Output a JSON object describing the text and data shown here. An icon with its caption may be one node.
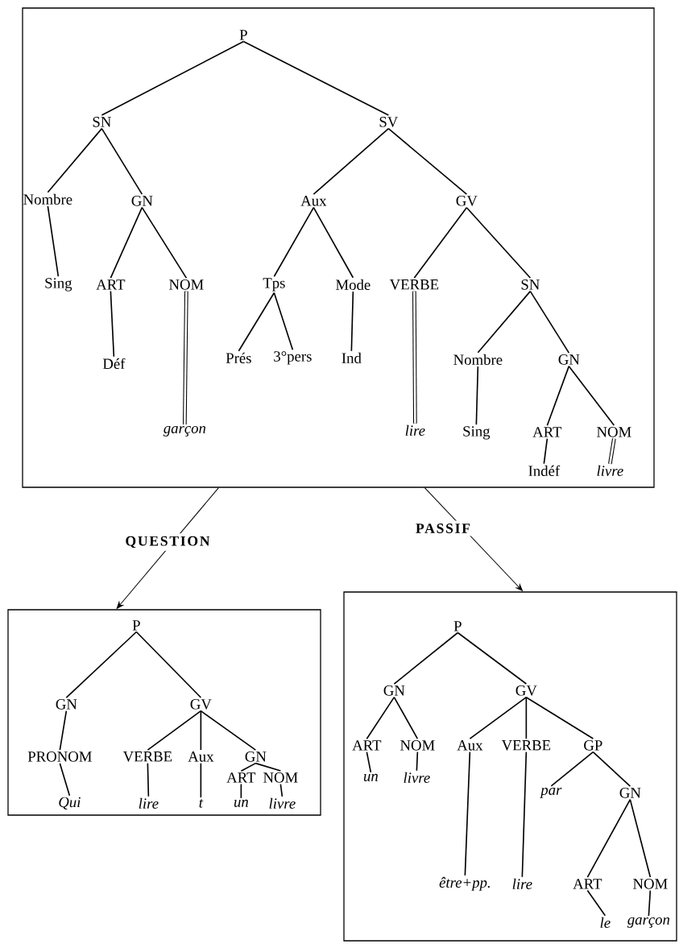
{
  "diagram": {
    "nodes": [
      {
        "text": [],
        "shape": "box"
      },
      {
        "text": [
          "P"
        ],
        "in": 0
      },
      {
        "text": [
          "SN"
        ],
        "in": 0
      },
      {
        "text": [
          "SV"
        ],
        "in": 0
      },
      {
        "text": [
          "Nombre"
        ],
        "in": 0
      },
      {
        "text": [
          "GN"
        ],
        "in": 0
      },
      {
        "text": [
          "Aux"
        ],
        "in": 0
      },
      {
        "text": [
          "GV"
        ],
        "in": 0
      },
      {
        "text": [
          "Sing"
        ],
        "in": 0
      },
      {
        "text": [
          "ART"
        ],
        "in": 0
      },
      {
        "text": [
          "NOM"
        ],
        "in": 0
      },
      {
        "text": [
          "Tps"
        ],
        "in": 0
      },
      {
        "text": [
          "Mode"
        ],
        "in": 0
      },
      {
        "text": [
          "VERBE"
        ],
        "in": 0
      },
      {
        "text": [
          "SN"
        ],
        "in": 0
      },
      {
        "text": [
          "Déf"
        ],
        "in": 0
      },
      {
        "text": [
          "Prés"
        ],
        "in": 0
      },
      {
        "text": [
          "3°pers"
        ],
        "in": 0
      },
      {
        "text": [
          "Ind"
        ],
        "in": 0
      },
      {
        "text": [
          "Nombre"
        ],
        "in": 0
      },
      {
        "text": [
          "GN"
        ],
        "in": 0
      },
      {
        "text": [
          "garçon"
        ],
        "in": 0
      },
      {
        "text": [
          "lire"
        ],
        "in": 0
      },
      {
        "text": [
          "Sing"
        ],
        "in": 0
      },
      {
        "text": [
          "ART"
        ],
        "in": 0
      },
      {
        "text": [
          "NOM"
        ],
        "in": 0
      },
      {
        "text": [
          "Indéf"
        ],
        "in": 0
      },
      {
        "text": [
          "livre"
        ],
        "in": 0
      },
      {
        "text": [],
        "shape": "box"
      },
      {
        "text": [
          "P"
        ],
        "in": 28
      },
      {
        "text": [
          "GN"
        ],
        "in": 28
      },
      {
        "text": [
          "GV"
        ],
        "in": 28
      },
      {
        "text": [
          "PRONOM"
        ],
        "in": 28
      },
      {
        "text": [
          "VERBE"
        ],
        "in": 28
      },
      {
        "text": [
          "Aux"
        ],
        "in": 28
      },
      {
        "text": [
          "GN"
        ],
        "in": 28
      },
      {
        "text": [
          "ART"
        ],
        "in": 28
      },
      {
        "text": [
          "NOM"
        ],
        "in": 28
      },
      {
        "text": [
          "Qui"
        ],
        "in": 28
      },
      {
        "text": [
          "lire"
        ],
        "in": 28
      },
      {
        "text": [
          "t"
        ],
        "in": 28
      },
      {
        "text": [
          "un"
        ],
        "in": 28
      },
      {
        "text": [
          "livre"
        ],
        "in": 28
      },
      {
        "text": [],
        "shape": "box"
      },
      {
        "text": [
          "P"
        ],
        "in": 43
      },
      {
        "text": [
          "GN"
        ],
        "in": 43
      },
      {
        "text": [
          "GV"
        ],
        "in": 43
      },
      {
        "text": [
          "ART"
        ],
        "in": 43
      },
      {
        "text": [
          "NOM"
        ],
        "in": 43
      },
      {
        "text": [
          "Aux"
        ],
        "in": 43
      },
      {
        "text": [
          "VERBE"
        ],
        "in": 43
      },
      {
        "text": [
          "GP"
        ],
        "in": 43
      },
      {
        "text": [
          "un"
        ],
        "in": 43
      },
      {
        "text": [
          "livre"
        ],
        "in": 43
      },
      {
        "text": [
          "par"
        ],
        "in": 43
      },
      {
        "text": [
          "GN"
        ],
        "in": 43
      },
      {
        "text": [
          "être+pp."
        ],
        "in": 43
      },
      {
        "text": [
          "lire"
        ],
        "in": 43
      },
      {
        "text": [
          "ART"
        ],
        "in": 43
      },
      {
        "text": [
          "NOM"
        ],
        "in": 43
      },
      {
        "text": [
          "le"
        ],
        "in": 43
      },
      {
        "text": [
          "garçon"
        ],
        "in": 43
      }
    ],
    "edges": [
      {
        "from": 1,
        "to": 2,
        "arrow": "none"
      },
      {
        "from": 1,
        "to": 3,
        "arrow": "none"
      },
      {
        "from": 2,
        "to": 4,
        "arrow": "none"
      },
      {
        "from": 2,
        "to": 5,
        "arrow": "none"
      },
      {
        "from": 3,
        "to": 6,
        "arrow": "none"
      },
      {
        "from": 3,
        "to": 7,
        "arrow": "none"
      },
      {
        "from": 4,
        "to": 8,
        "arrow": "none"
      },
      {
        "from": 5,
        "to": 9,
        "arrow": "none"
      },
      {
        "from": 5,
        "to": 10,
        "arrow": "none"
      },
      {
        "from": 6,
        "to": 11,
        "arrow": "none"
      },
      {
        "from": 6,
        "to": 12,
        "arrow": "none"
      },
      {
        "from": 7,
        "to": 13,
        "arrow": "none"
      },
      {
        "from": 7,
        "to": 14,
        "arrow": "none"
      },
      {
        "from": 9,
        "to": 15,
        "arrow": "none"
      },
      {
        "from": 10,
        "to": 21,
        "arrow": "none",
        "style": "thick"
      },
      {
        "from": 11,
        "to": 16,
        "arrow": "none"
      },
      {
        "from": 11,
        "to": 17,
        "arrow": "none"
      },
      {
        "from": 12,
        "to": 18,
        "arrow": "none"
      },
      {
        "from": 13,
        "to": 22,
        "arrow": "none",
        "style": "thick"
      },
      {
        "from": 14,
        "to": 19,
        "arrow": "none"
      },
      {
        "from": 14,
        "to": 20,
        "arrow": "none"
      },
      {
        "from": 19,
        "to": 23,
        "arrow": "none"
      },
      {
        "from": 20,
        "to": 24,
        "arrow": "none"
      },
      {
        "from": 20,
        "to": 25,
        "arrow": "none"
      },
      {
        "from": 24,
        "to": 26,
        "arrow": "none"
      },
      {
        "from": 25,
        "to": 27,
        "arrow": "none",
        "style": "thick"
      },
      {
        "from": 0,
        "to": 28,
        "arrow": "to",
        "label": "QUESTION"
      },
      {
        "from": 0,
        "to": 43,
        "arrow": "to",
        "label": "PASSIF"
      },
      {
        "from": 29,
        "to": 30,
        "arrow": "none"
      },
      {
        "from": 29,
        "to": 31,
        "arrow": "none"
      },
      {
        "from": 30,
        "to": 32,
        "arrow": "none"
      },
      {
        "from": 31,
        "to": 33,
        "arrow": "none"
      },
      {
        "from": 31,
        "to": 34,
        "arrow": "none"
      },
      {
        "from": 31,
        "to": 35,
        "arrow": "none"
      },
      {
        "from": 32,
        "to": 38,
        "arrow": "none"
      },
      {
        "from": 33,
        "to": 39,
        "arrow": "none"
      },
      {
        "from": 34,
        "to": 40,
        "arrow": "none"
      },
      {
        "from": 35,
        "to": 36,
        "arrow": "none"
      },
      {
        "from": 35,
        "to": 37,
        "arrow": "none"
      },
      {
        "from": 36,
        "to": 41,
        "arrow": "none"
      },
      {
        "from": 37,
        "to": 42,
        "arrow": "none"
      },
      {
        "from": 44,
        "to": 45,
        "arrow": "none"
      },
      {
        "from": 44,
        "to": 46,
        "arrow": "none"
      },
      {
        "from": 45,
        "to": 47,
        "arrow": "none"
      },
      {
        "from": 45,
        "to": 48,
        "arrow": "none"
      },
      {
        "from": 46,
        "to": 49,
        "arrow": "none"
      },
      {
        "from": 46,
        "to": 50,
        "arrow": "none"
      },
      {
        "from": 46,
        "to": 51,
        "arrow": "none"
      },
      {
        "from": 47,
        "to": 52,
        "arrow": "none"
      },
      {
        "from": 48,
        "to": 53,
        "arrow": "none"
      },
      {
        "from": 49,
        "to": 56,
        "arrow": "none"
      },
      {
        "from": 50,
        "to": 57,
        "arrow": "none"
      },
      {
        "from": 51,
        "to": 54,
        "arrow": "none"
      },
      {
        "from": 51,
        "to": 55,
        "arrow": "none"
      },
      {
        "from": 55,
        "to": 58,
        "arrow": "none"
      },
      {
        "from": 55,
        "to": 59,
        "arrow": "none"
      },
      {
        "from": 58,
        "to": 60,
        "arrow": "none"
      },
      {
        "from": 59,
        "to": 61,
        "arrow": "none"
      }
    ]
  }
}
